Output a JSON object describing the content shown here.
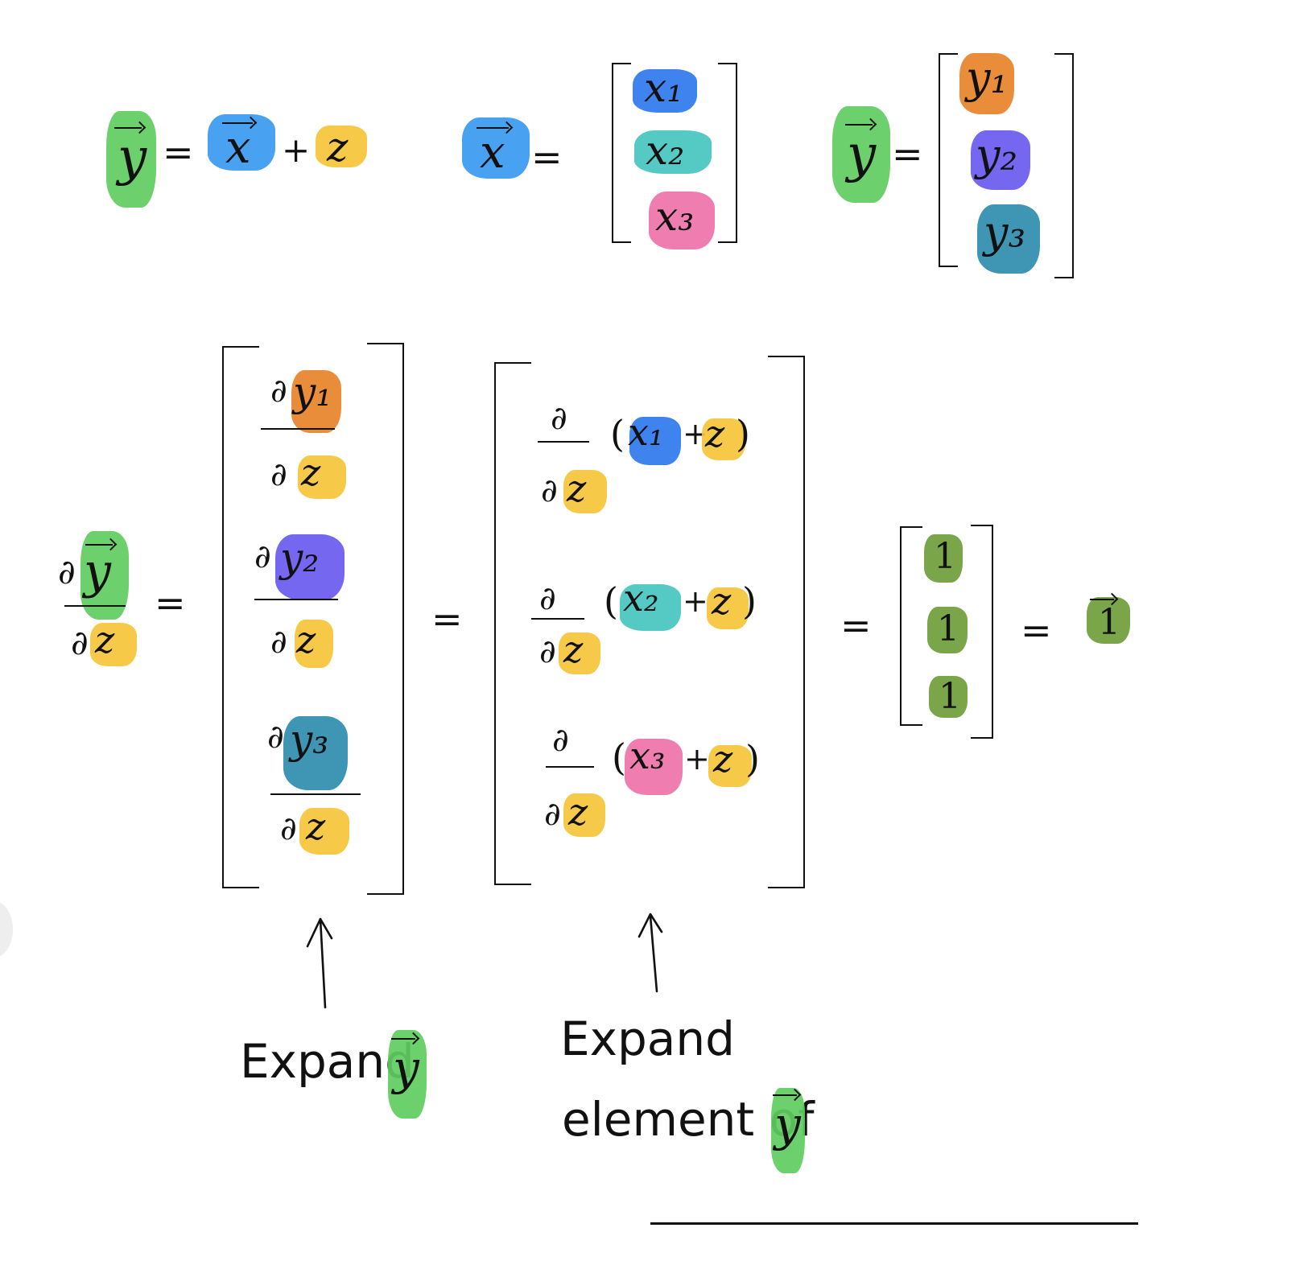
{
  "colors": {
    "y_vec": "#5fcc5f",
    "x_vec": "#3a9af0",
    "z": "#f5c43a",
    "x1": "#2f78ee",
    "x2": "#46c6c0",
    "x3": "#ee72a8",
    "y1": "#e8832a",
    "y2": "#6a5af0",
    "y3": "#2f8cae",
    "ones": "#6f9e3a"
  },
  "symbols": {
    "y": "y",
    "x": "x",
    "z": "z",
    "equals": "=",
    "plus": "+",
    "partial": "∂",
    "one": "1",
    "x1": "x₁",
    "x2": "x₂",
    "x3": "x₃",
    "y1": "y₁",
    "y2": "y₂",
    "y3": "y₃",
    "lparen": "(",
    "rparen": ")"
  },
  "annotations": {
    "expand_left": "Expand",
    "expand_right_line1": "Expand",
    "expand_right_line2": "element of"
  }
}
